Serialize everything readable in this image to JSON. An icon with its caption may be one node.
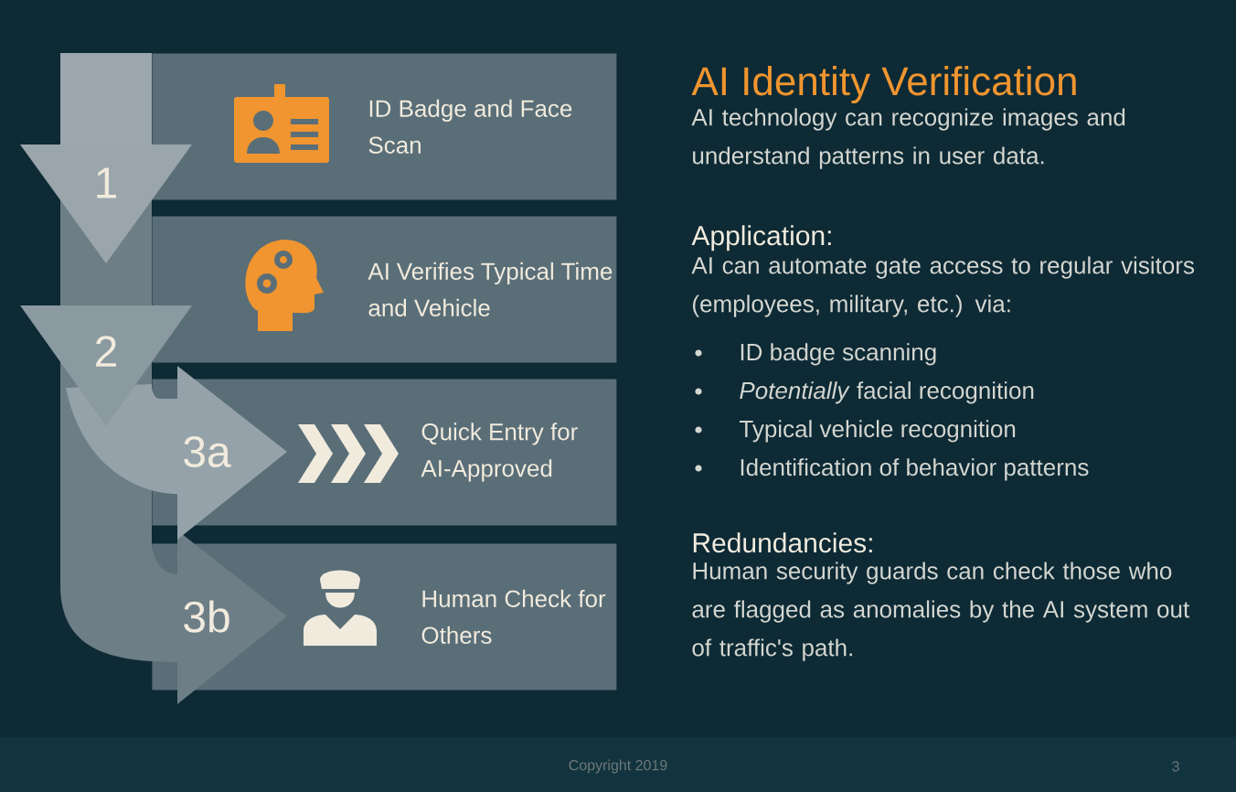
{
  "diagram": {
    "title": "AI Identity Verification",
    "nodes": [
      {
        "text": [
          "ID Badge and Face Scan"
        ]
      },
      {
        "text": [
          "AI Verifies Typical Time and Vehicle"
        ]
      },
      {
        "text": [
          "Quick Entry for AI-Approved"
        ]
      },
      {
        "text": [
          "Human Check for Others"
        ]
      }
    ],
    "labels": [
      "1",
      "2",
      "3a",
      "3b",
      "AI technology can recognize images and understand patterns in user data.",
      "Application:",
      "AI can automate gate access to regular visitors (employees, military, etc.) via:",
      "ID badge scanning",
      "*Potentially* facial recognition",
      "Typical vehicle recognition",
      "Identification of behavior patterns",
      "Redundancies:",
      "Human security guards can check those who are flagged as anomalies by the AI system out of traffic's path.",
      "Copyright 2019",
      "3"
    ]
  }
}
